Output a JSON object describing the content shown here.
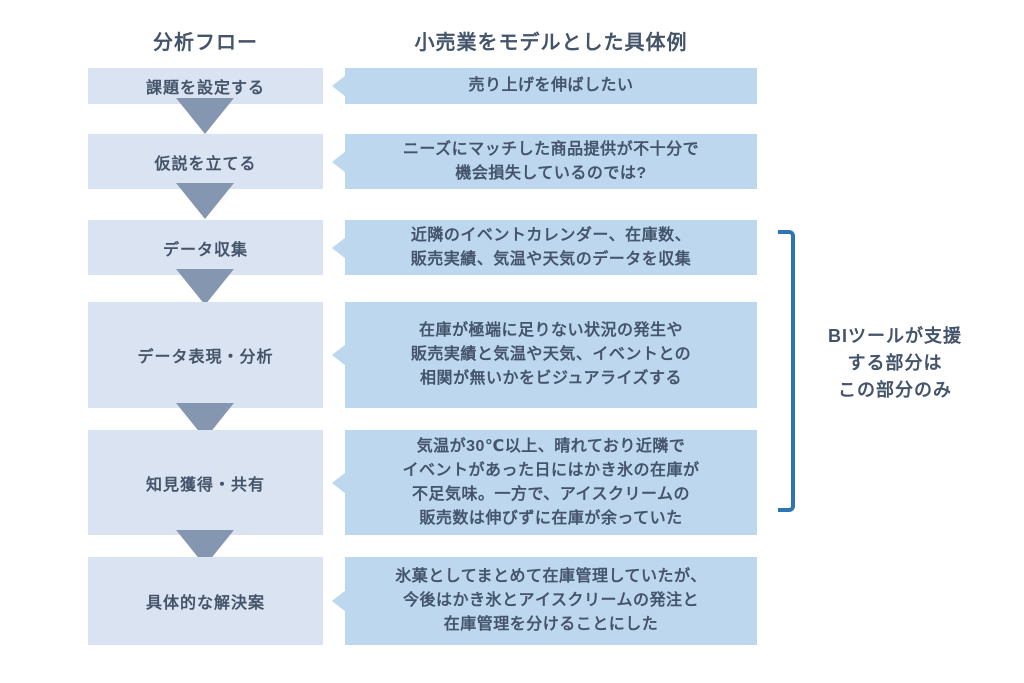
{
  "headers": {
    "flow": "分析フロー",
    "example": "小売業をモデルとした具体例"
  },
  "rows": [
    {
      "step": "課題を設定する",
      "example": "売り上げを伸ばしたい"
    },
    {
      "step": "仮説を立てる",
      "example": "ニーズにマッチした商品提供が不十分で\n機会損失しているのでは?"
    },
    {
      "step": "データ収集",
      "example": "近隣のイベントカレンダー、在庫数、\n販売実績、気温や天気のデータを収集"
    },
    {
      "step": "データ表現・分析",
      "example": "在庫が極端に足りない状況の発生や\n販売実績と気温や天気、イベントとの\n相関が無いかをビジュアライズする"
    },
    {
      "step": "知見獲得・共有",
      "example": "気温が30℃以上、晴れており近隣で\nイベントがあった日にはかき氷の在庫が\n不足気味。一方で、アイスクリームの\n販売数は伸びずに在庫が余っていた"
    },
    {
      "step": "具体的な解決案",
      "example": "氷菓としてまとめて在庫管理していたが、\n今後はかき氷とアイスクリームの発注と\n在庫管理を分けることにした"
    }
  ],
  "bracket_note": "BIツールが支援\nする部分は\nこの部分のみ",
  "colors": {
    "text_color": "#44546a",
    "left_box_color": "#dae3f1",
    "right_box_color": "#bdd7ee",
    "arrow_color": "#8496b0",
    "bracket_color": "#2e75b6"
  }
}
